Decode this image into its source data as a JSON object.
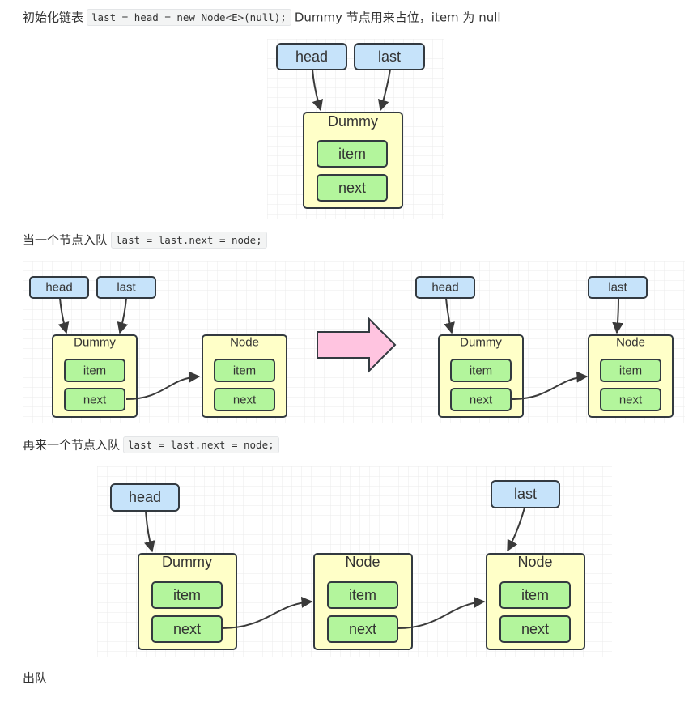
{
  "section1": {
    "title": "初始化链表",
    "code": "last = head = new Node<E>(null);",
    "desc": "Dummy 节点用来占位，item 为 null"
  },
  "section2": {
    "title": "当一个节点入队",
    "code": "last = last.next = node;"
  },
  "section3": {
    "title": "再来一个节点入队",
    "code": "last = last.next = node;"
  },
  "section4": {
    "title": "出队"
  },
  "labels": {
    "head": "head",
    "last": "last",
    "dummy": "Dummy",
    "node": "Node",
    "item": "item",
    "next": "next"
  },
  "colors": {
    "pointer": "#c6e3fa",
    "node": "#ffffc8",
    "field": "#b3f59c",
    "transition_arrow": "#ffc4e0"
  }
}
